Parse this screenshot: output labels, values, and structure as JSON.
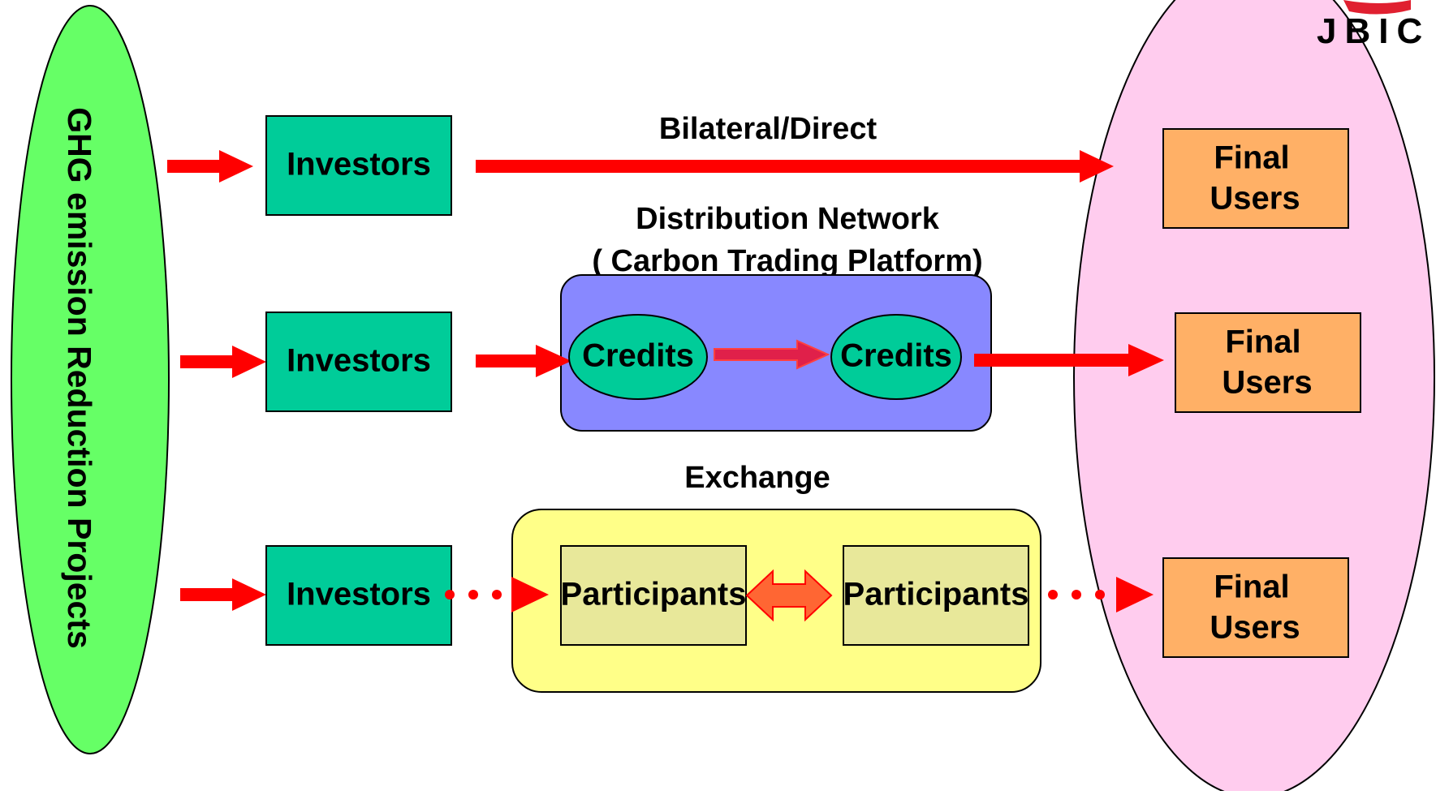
{
  "logo": {
    "text": "JBIC"
  },
  "source": {
    "label": "GHG emission Reduction Projects"
  },
  "routes": {
    "bilateral": {
      "title": "Bilateral/Direct"
    },
    "distribution": {
      "title_line1": "Distribution Network",
      "title_line2": "( Carbon Trading Platform)",
      "credit_a": "Credits",
      "credit_b": "Credits"
    },
    "exchange": {
      "title": "Exchange",
      "participant_a": "Participants",
      "participant_b": "Participants"
    }
  },
  "investors": {
    "row1": "Investors",
    "row2": "Investors",
    "row3": "Investors"
  },
  "final_users": {
    "row1": {
      "line1": "Final",
      "line2": "Users"
    },
    "row2": {
      "line1": "Final",
      "line2": "Users"
    },
    "row3": {
      "line1": "Final",
      "line2": "Users"
    }
  },
  "colors": {
    "source_fill": "#66ff66",
    "users_fill": "#ffccee",
    "investor_fill": "#00cc99",
    "final_user_fill": "#ffb066",
    "platform_fill": "#8888ff",
    "exchange_fill": "#ffff88",
    "participant_fill": "#e8e89a",
    "arrow_red": "#ff0000",
    "logo_dark": "#6b2a43",
    "logo_red": "#e02030"
  }
}
